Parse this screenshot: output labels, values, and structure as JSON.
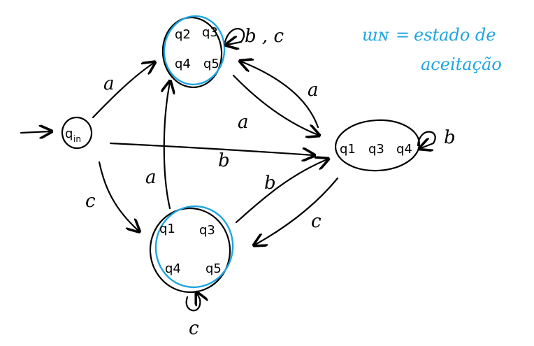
{
  "colors": {
    "ink": "#000000",
    "highlight": "#1ea5e0"
  },
  "states": {
    "qin": {
      "base": "q",
      "sub": "in"
    },
    "top": [
      "q2",
      "q3",
      "q4",
      "q5"
    ],
    "right": [
      "q1",
      "q3",
      "q4"
    ],
    "bottom": [
      "q1",
      "q3",
      "q4",
      "q5"
    ]
  },
  "edges": {
    "qin_top": "a",
    "qin_right": "b",
    "qin_bottom": "c",
    "bottom_top": "a",
    "top_right": "a",
    "right_top": "a",
    "bottom_right": "b",
    "right_bottom": "c",
    "loop_top": "b , c",
    "loop_right": "b",
    "loop_bottom": "c"
  },
  "legend": {
    "symbol": "ɯɴ",
    "equals": "=",
    "line1": "estado de",
    "line2": "aceitação"
  }
}
